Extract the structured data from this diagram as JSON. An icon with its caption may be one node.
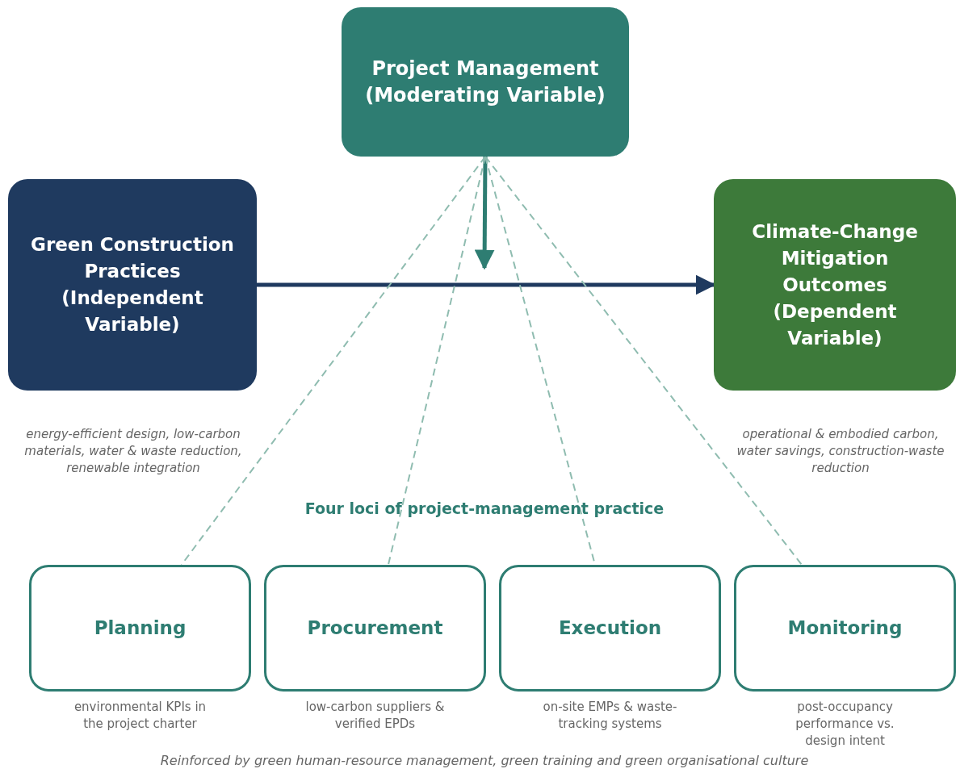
{
  "diagram": {
    "nodes": [
      {
        "text": [
          "Project Management (Moderating Variable)"
        ]
      },
      {
        "text": [
          "Green Construction Practices (Independent Variable)"
        ],
        "beside": [
          "energy-efficient design, low-carbon materials, water & waste reduction, renewable integration"
        ]
      },
      {
        "text": [
          "Climate-Change Mitigation Outcomes (Dependent Variable)"
        ],
        "beside": [
          "operational & embodied carbon, water savings, construction-waste reduction"
        ]
      },
      {
        "text": [
          "Planning"
        ],
        "beside": [
          "environmental KPIs in the project charter"
        ]
      },
      {
        "text": [
          "Procurement"
        ],
        "beside": [
          "low-carbon suppliers & verified EPDs"
        ]
      },
      {
        "text": [
          "Execution"
        ],
        "beside": [
          "on-site EMPs & waste-tracking systems"
        ]
      },
      {
        "text": [
          "Monitoring"
        ],
        "beside": [
          "post-occupancy performance vs. design intent"
        ]
      }
    ],
    "edges": [
      {
        "from": 1,
        "to": 2,
        "arrow": "to",
        "style": "thick",
        "color": "#1f3a5f"
      },
      {
        "from": 0,
        "to": null,
        "arrow": "to",
        "style": "thick",
        "color": "#2e7d72"
      },
      {
        "from": 0,
        "to": 3,
        "arrow": "none",
        "style": "dashed",
        "color": "#8fbcb0"
      },
      {
        "from": 0,
        "to": 4,
        "arrow": "none",
        "style": "dashed",
        "color": "#8fbcb0"
      },
      {
        "from": 0,
        "to": 5,
        "arrow": "none",
        "style": "dashed",
        "color": "#8fbcb0"
      },
      {
        "from": 0,
        "to": 6,
        "arrow": "none",
        "style": "dashed",
        "color": "#8fbcb0"
      }
    ],
    "labels": [
      "Four loci of project-management practice",
      "Reinforced by green human-resource management, green training and green organisational culture"
    ]
  }
}
